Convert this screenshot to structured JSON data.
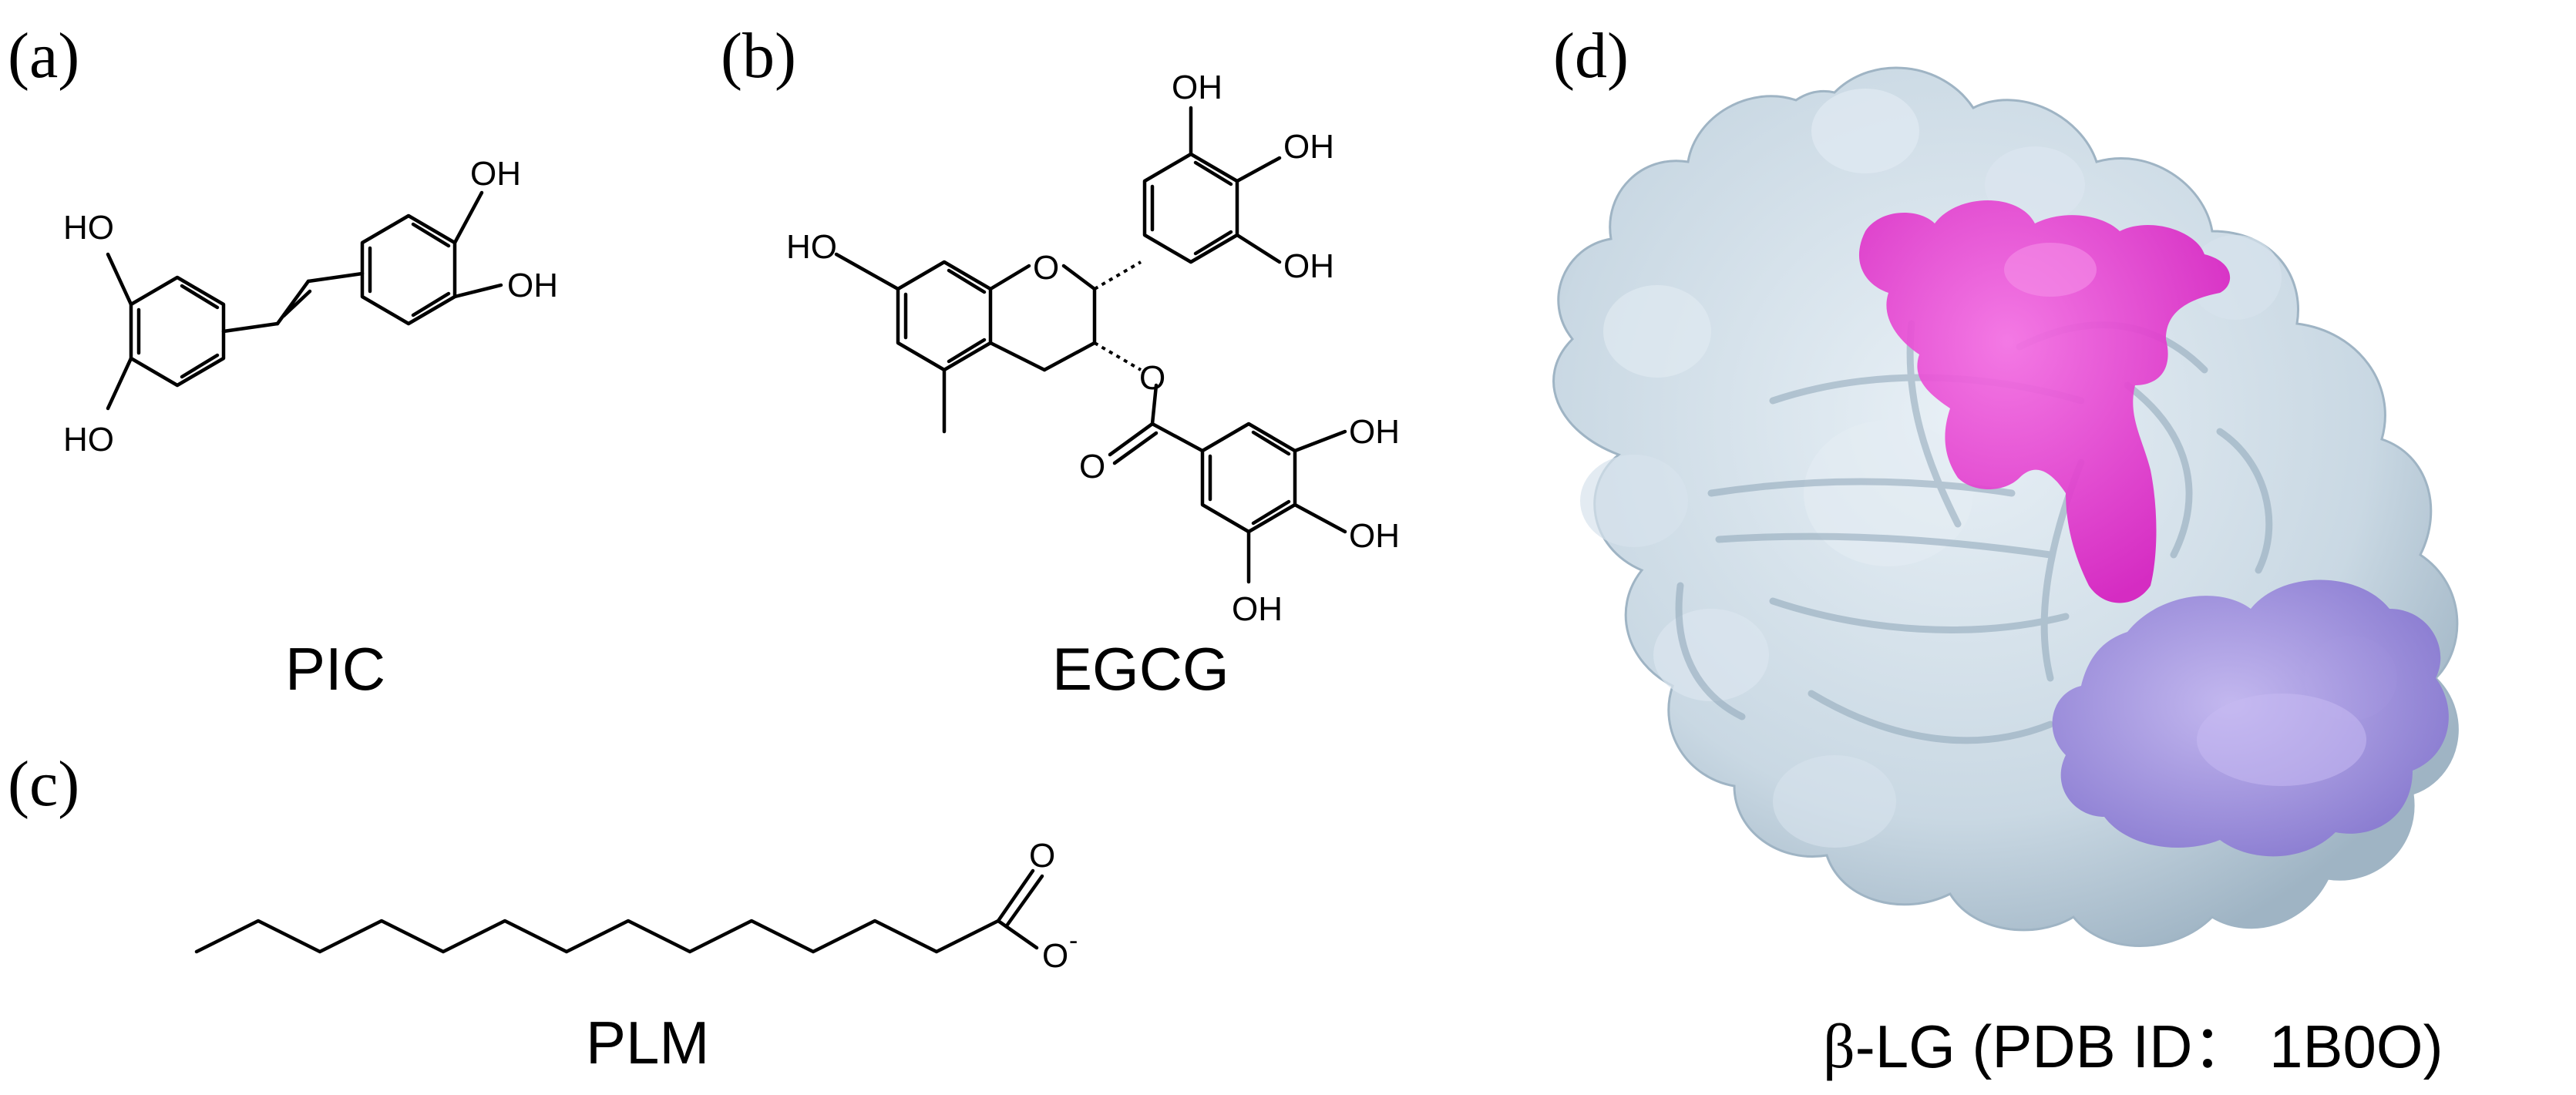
{
  "panels": [
    {
      "id": "a",
      "label": "(a)",
      "name": "PIC"
    },
    {
      "id": "b",
      "label": "(b)",
      "name": "EGCG"
    },
    {
      "id": "c",
      "label": "(c)",
      "name": "PLM"
    },
    {
      "id": "d",
      "label": "(d)",
      "caption_greek": "β",
      "caption_rest": "-LG (PDB ID： 1B0O)"
    }
  ],
  "atoms": {
    "oh": "OH",
    "ho": "HO",
    "o": "O",
    "o_minus": "O",
    "minus": "-"
  },
  "colors": {
    "surface": "#c9d8e3",
    "magenta_site": "#ea2fd6",
    "purple_site": "#9a86dd",
    "ribbon": "#8ea6b8"
  }
}
